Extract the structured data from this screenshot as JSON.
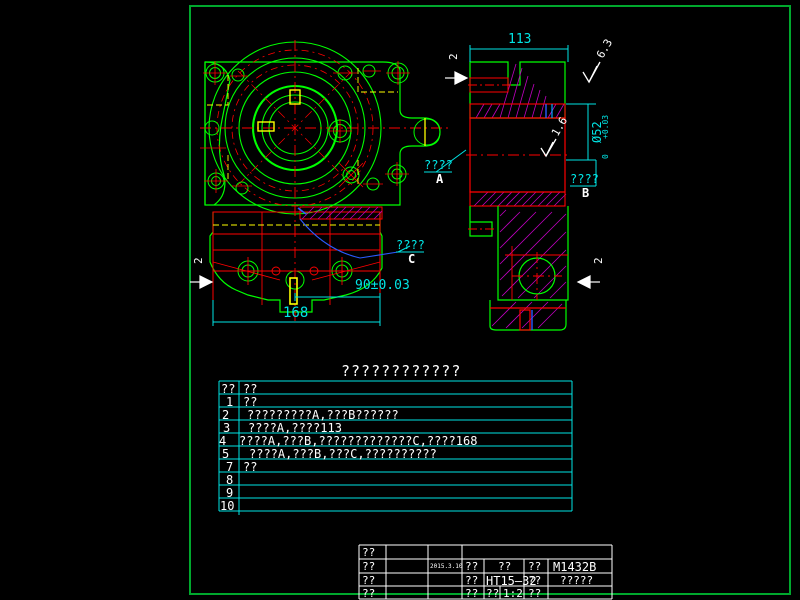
{
  "drawing": {
    "sheet_border_color": "#00a82d",
    "background_color": "#000000",
    "outline_color": "#00ff00",
    "center_line_color": "#ff0000",
    "dimension_color": "#00e5e5",
    "hatch_color": "#c000c0",
    "hidden_line_color": "#ffff00",
    "text_color": "#ffffff"
  },
  "views": {
    "front_view": {
      "name": "front-view",
      "section_arrow_left_label": "2",
      "section_arrow_right_label": "2"
    },
    "section_view": {
      "name": "section-view",
      "section_arrow_label": "2"
    }
  },
  "dimensions": {
    "width_113": "113",
    "width_168": "168",
    "width_90": "90±0.03",
    "bore_52": "Ø52",
    "bore_tol_upper": "+0.03",
    "bore_tol_lower": "0"
  },
  "surface_finish": {
    "top_right": "6.3",
    "bore": "1.6"
  },
  "datums": [
    {
      "label": "A",
      "note": "????"
    },
    {
      "label": "B",
      "note": "????"
    },
    {
      "label": "C",
      "note": "????"
    }
  ],
  "process_table": {
    "title": "????????????",
    "header": {
      "no": "??",
      "content": "??"
    },
    "rows": [
      {
        "no": "1",
        "content": "??"
      },
      {
        "no": "2",
        "content": "?????????A,???B??????"
      },
      {
        "no": "3",
        "content": "????A,????113"
      },
      {
        "no": "4",
        "content": "????A,???B,?????????????C,????168"
      },
      {
        "no": "5",
        "content": "????A,???B,???C,??????????"
      },
      {
        "no": "7",
        "content": "??"
      },
      {
        "no": "8",
        "content": ""
      },
      {
        "no": "9",
        "content": ""
      },
      {
        "no": "10",
        "content": ""
      }
    ]
  },
  "title_block": {
    "rows": [
      {
        "c1": "??",
        "c2": "",
        "c3": "",
        "c4": "",
        "c5": "",
        "c6": "",
        "c7": ""
      },
      {
        "c1": "??",
        "c2": "",
        "c3": "2015.3.10",
        "c4": "??",
        "c5": "??",
        "c6": "??",
        "c7": "M1432B"
      },
      {
        "c1": "??",
        "c2": "",
        "c3": "",
        "c4": "??",
        "c5": "HT15—32",
        "c6": "??",
        "c7": "?????"
      },
      {
        "c1": "??",
        "c2": "",
        "c3": "",
        "c4": "??",
        "c5": "??",
        "c6": "1:2",
        "c7": "??"
      }
    ]
  }
}
